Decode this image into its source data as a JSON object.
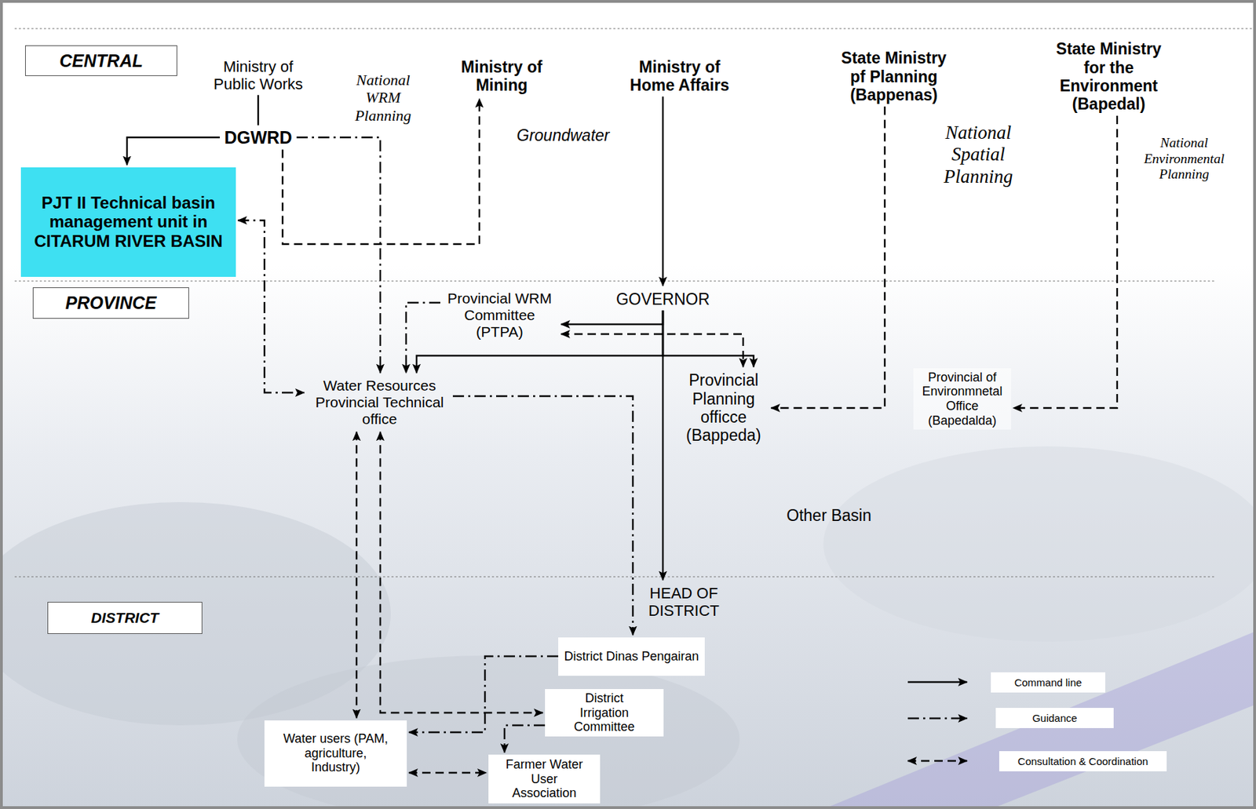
{
  "diagram": {
    "nodes": [
      {
        "text": [
          "CENTRAL"
        ]
      },
      {
        "text": [
          "Ministry of Public Works"
        ]
      },
      {
        "text": [
          "DGWRD"
        ]
      },
      {
        "text": [
          "Ministry of Mining"
        ]
      },
      {
        "text": [
          "Ministry of Home Affairs"
        ]
      },
      {
        "text": [
          "State Ministry pf Planning (Bappenas)"
        ]
      },
      {
        "text": [
          "State Ministry for the Environment (Bapedal)"
        ]
      },
      {
        "text": [
          "PJT II Technical basin management unit in CITARUM RIVER BASIN"
        ]
      },
      {
        "text": [
          "PROVINCE"
        ]
      },
      {
        "text": [
          "Provincial WRM Committee (PTPA)"
        ]
      },
      {
        "text": [
          "GOVERNOR"
        ]
      },
      {
        "text": [
          "Water Resources Provincial Technical office"
        ]
      },
      {
        "text": [
          "Provincial Planning officce (Bappeda)"
        ]
      },
      {
        "text": [
          "Provincial of Environmnetal Office (Bapedalda)"
        ]
      },
      {
        "text": [
          "DISTRICT"
        ]
      },
      {
        "text": [
          "HEAD OF DISTRICT"
        ]
      },
      {
        "text": [
          "District Dinas Pengairan"
        ]
      },
      {
        "text": [
          "District Irrigation Committee"
        ]
      },
      {
        "text": [
          "Water users (PAM, agriculture, Industry)"
        ]
      },
      {
        "text": [
          "Farmer Water User Association"
        ]
      }
    ],
    "edges": [
      {
        "from": 1,
        "to": 2,
        "arrow": "none"
      },
      {
        "from": 2,
        "to": 7,
        "arrow": "to"
      },
      {
        "from": 2,
        "to": 11,
        "arrow": "to"
      },
      {
        "from": 2,
        "to": 3,
        "arrow": "to"
      },
      {
        "from": 4,
        "to": 10,
        "arrow": "to"
      },
      {
        "from": 10,
        "to": 15,
        "arrow": "to"
      },
      {
        "from": 10,
        "to": 9,
        "arrow": "to"
      },
      {
        "from": 10,
        "to": 11,
        "arrow": "to"
      },
      {
        "from": 10,
        "to": 12,
        "arrow": "to"
      },
      {
        "from": 9,
        "to": 12,
        "arrow": "both"
      },
      {
        "from": 9,
        "to": 11,
        "arrow": "to"
      },
      {
        "from": 7,
        "to": 11,
        "arrow": "both"
      },
      {
        "from": 5,
        "to": 12,
        "arrow": "to"
      },
      {
        "from": 6,
        "to": 13,
        "arrow": "to"
      },
      {
        "from": 11,
        "to": 16,
        "arrow": "to"
      },
      {
        "from": 11,
        "to": 18,
        "arrow": "both"
      },
      {
        "from": 11,
        "to": 17,
        "arrow": "both"
      },
      {
        "from": 16,
        "to": 18,
        "arrow": "to"
      },
      {
        "from": 17,
        "to": 19,
        "arrow": "to"
      },
      {
        "from": 18,
        "to": 19,
        "arrow": "both"
      }
    ],
    "labels": [
      "National WRM Planning",
      "Groundwater",
      "National Spatial Planning",
      "National Environmental Planning",
      "Other Basin"
    ],
    "legend": [
      {
        "text": "Command line"
      },
      {
        "text": "Guidance"
      },
      {
        "text": "Consultation & Coordination"
      }
    ]
  }
}
